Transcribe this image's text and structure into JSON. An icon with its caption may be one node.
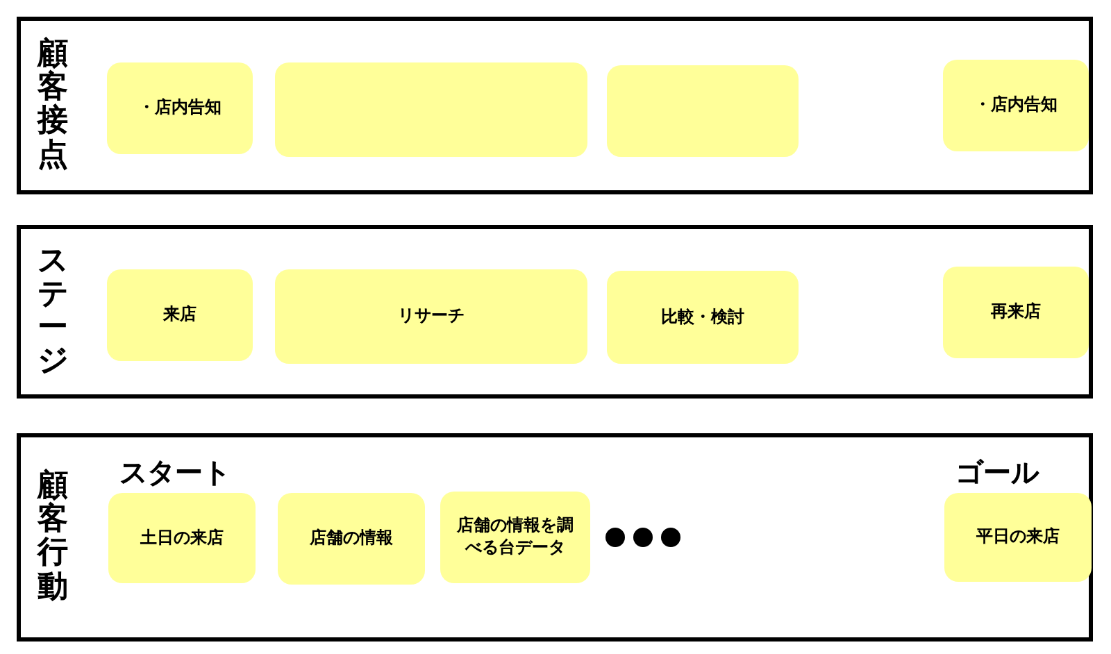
{
  "diagram": {
    "nodes": [
      {
        "text": [
          "顧客接点"
        ]
      },
      {
        "text": [
          "・店内告知"
        ],
        "in": 0
      },
      {
        "text": [],
        "shape": "box",
        "in": 0
      },
      {
        "text": [],
        "shape": "box",
        "in": 0
      },
      {
        "text": [
          "・店内告知"
        ],
        "in": 0
      },
      {
        "text": [
          "ステージ"
        ]
      },
      {
        "text": [
          "来店"
        ],
        "in": 5
      },
      {
        "text": [
          "リサーチ"
        ],
        "in": 5
      },
      {
        "text": [
          "比較・検討"
        ],
        "in": 5
      },
      {
        "text": [
          "再来店"
        ],
        "in": 5
      },
      {
        "text": [
          "顧客行動"
        ]
      },
      {
        "text": [
          "土日の来店"
        ],
        "in": 10,
        "beside": [
          "スタート"
        ]
      },
      {
        "text": [
          "店舗の情報"
        ],
        "in": 10
      },
      {
        "text": [
          "店舗の情報を調べる台データ"
        ],
        "in": 10
      },
      {
        "text": [
          "平日の来店"
        ],
        "in": 10,
        "beside": [
          "ゴール"
        ]
      }
    ]
  }
}
